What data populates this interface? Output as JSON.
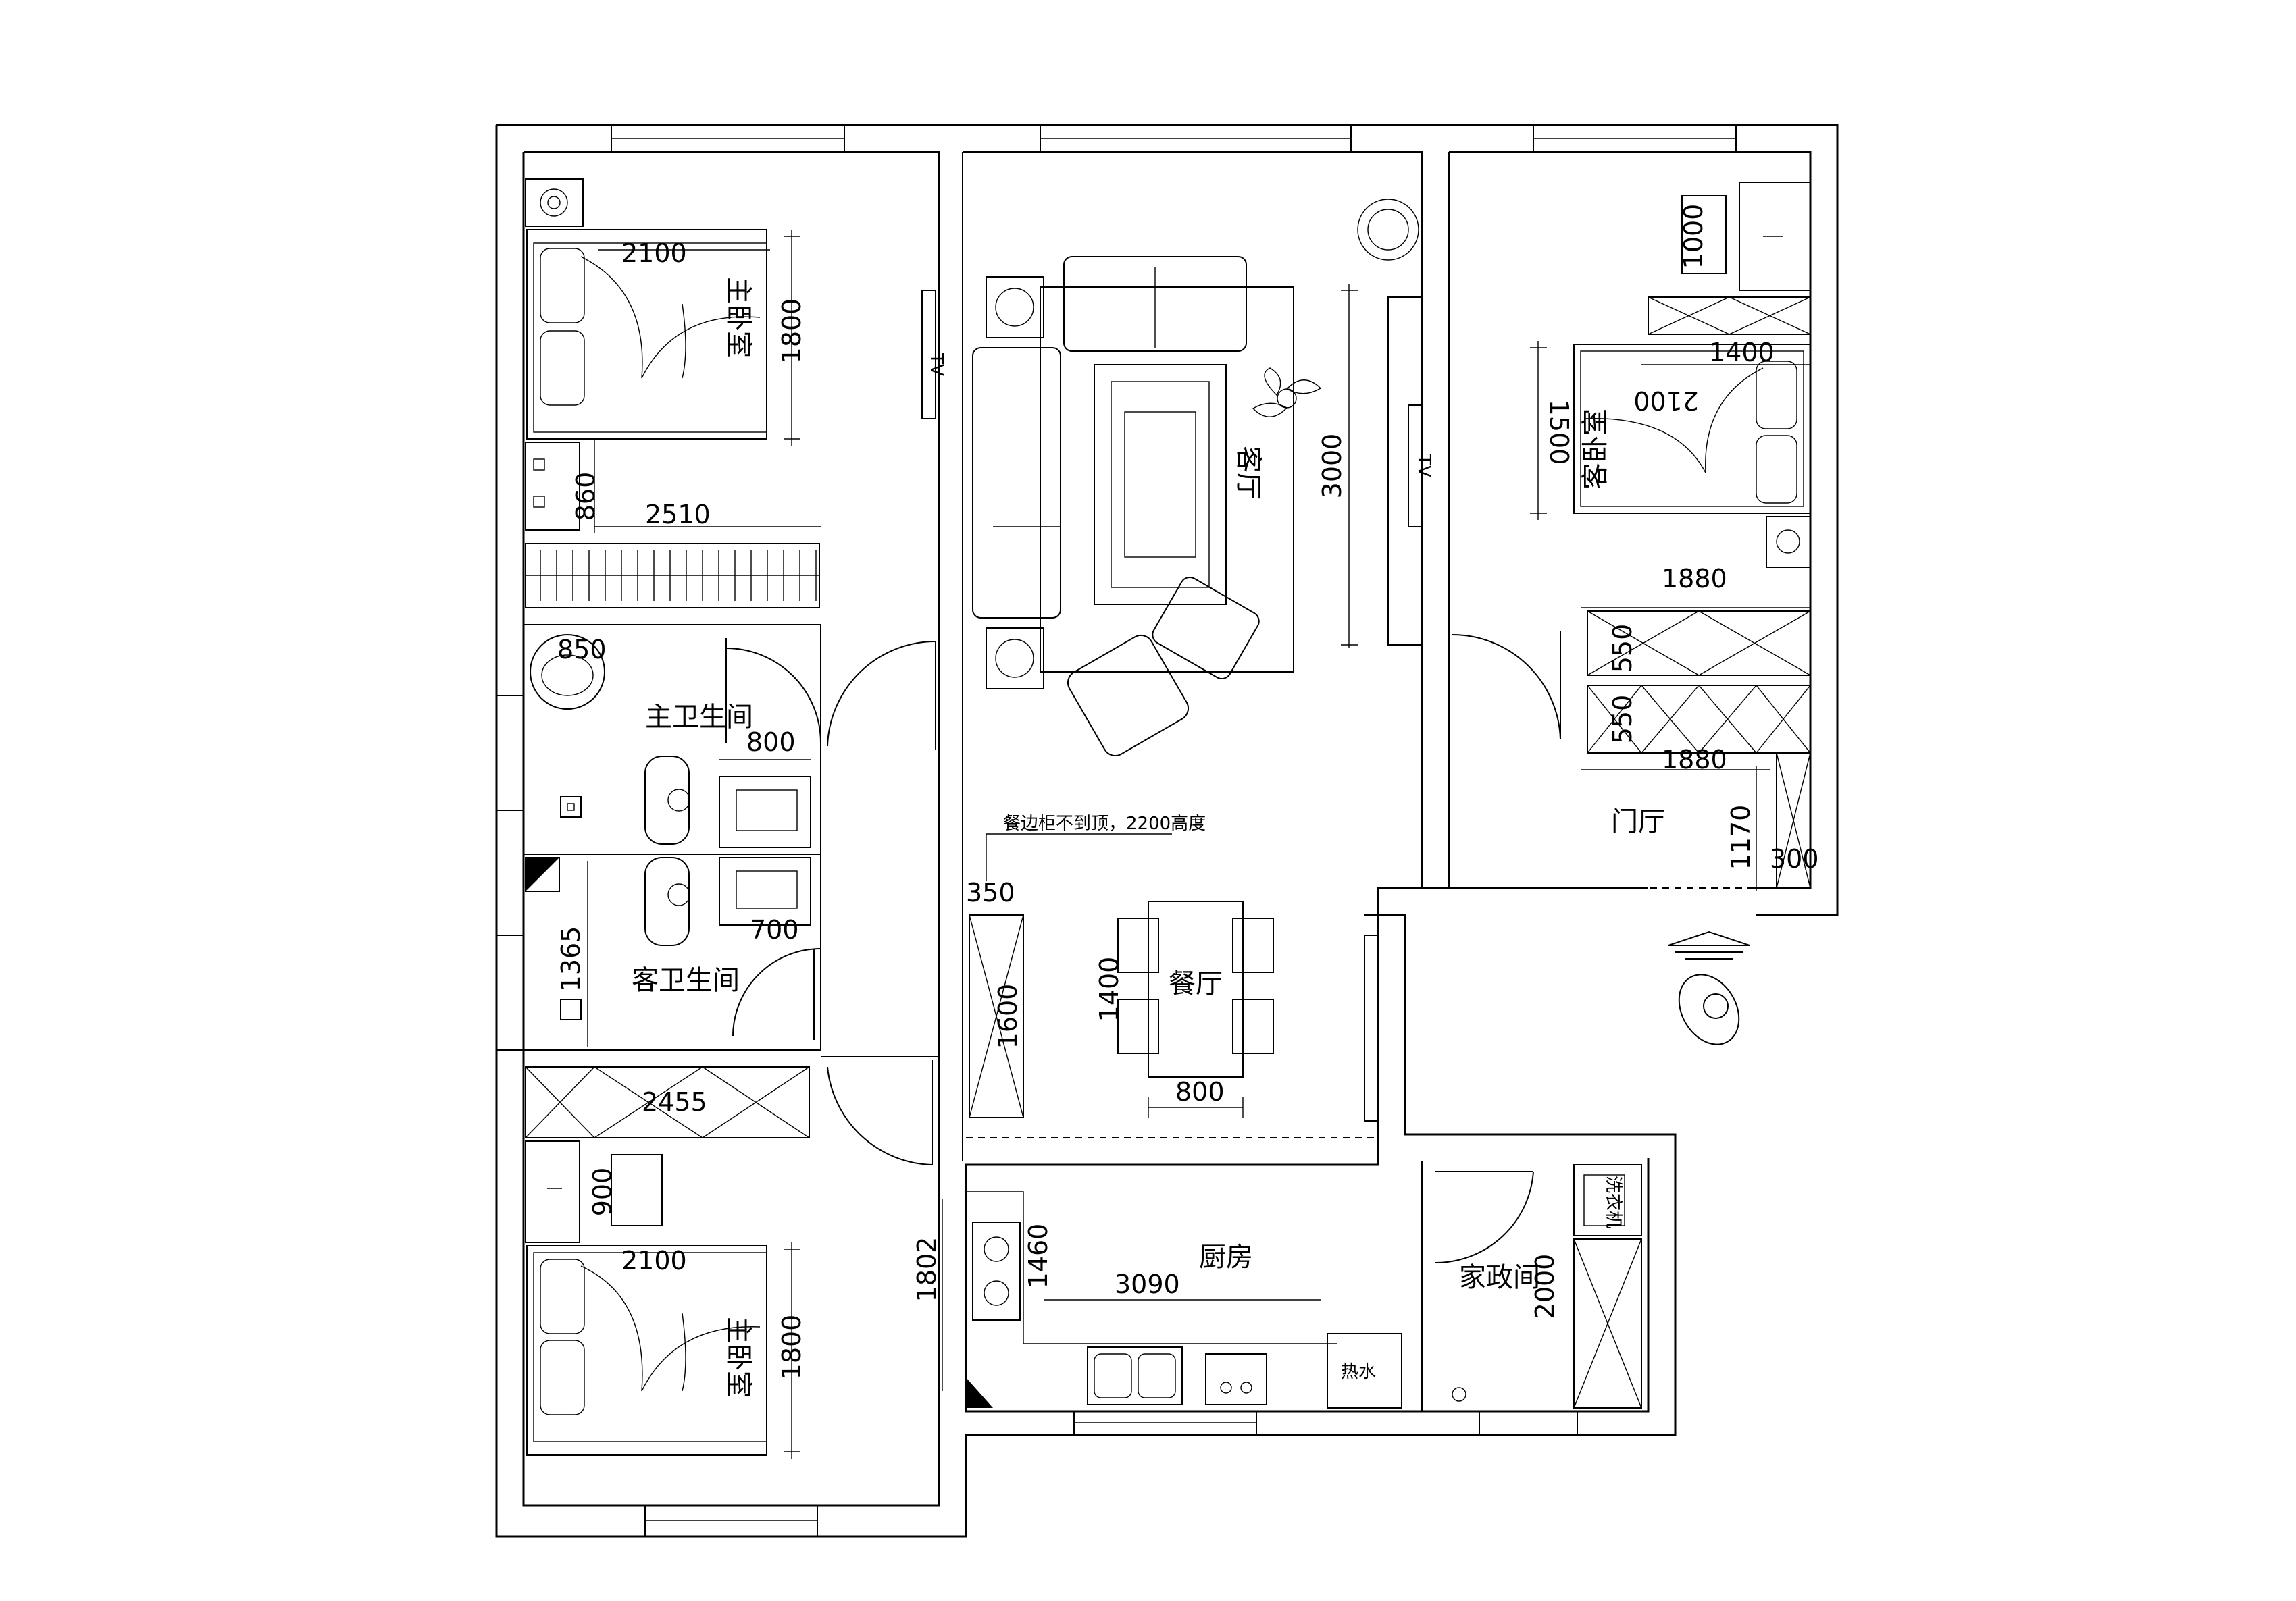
{
  "rooms": {
    "master_bedroom_top": "主卧室",
    "master_bath": "主卫生间",
    "guest_bath": "客卫生间",
    "master_bedroom_bottom": "主卧室",
    "living_room": "客厅",
    "dining_room": "餐厅",
    "kitchen": "厨房",
    "guest_bedroom": "客卧室",
    "foyer": "门厅",
    "utility_room": "家政间"
  },
  "fixtures": {
    "water_heater": "热水",
    "washer": "洗衣机",
    "tv_top": "TV",
    "tv_right": "TV"
  },
  "notes": {
    "sideboard": "餐边柜不到顶，2200高度"
  },
  "dimensions": {
    "mb_top_bed_width": "2100",
    "mb_top_bed_length": "1800",
    "mb_top_860": "860",
    "mb_top_wardrobe": "2510",
    "basin_850": "850",
    "vanity_800": "800",
    "vanity_700": "700",
    "guest_bath_1365": "1365",
    "mb_bottom_wardrobe": "2455",
    "desk_900": "900",
    "mb_bottom_bed_width": "2100",
    "mb_bottom_bed_length": "1800",
    "living_3000": "3000",
    "sideboard_350": "350",
    "sideboard_1600": "1600",
    "table_1400": "1400",
    "table_800": "800",
    "kitchen_1802": "1802",
    "kitchen_1460": "1460",
    "kitchen_3090": "3090",
    "utility_2000": "2000",
    "guest_desk_1000": "1000",
    "guest_bed_1400": "1400",
    "guest_bed_2100": "2100",
    "guest_bed_1500": "1500",
    "foyer_1880_top": "1880",
    "foyer_550_a": "550",
    "foyer_550_b": "550",
    "foyer_1880_bottom": "1880",
    "foyer_1170": "1170",
    "foyer_300": "300"
  }
}
